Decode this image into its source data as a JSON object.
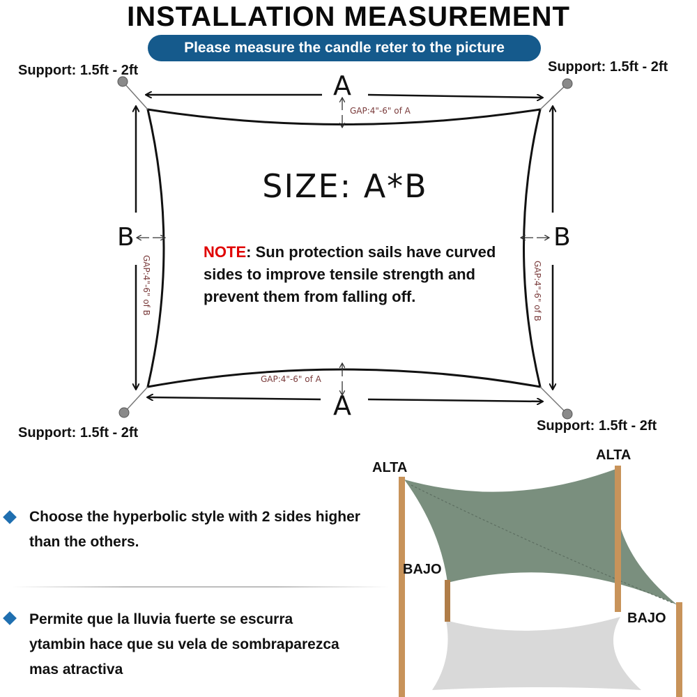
{
  "title": "INSTALLATION MEASUREMENT",
  "banner": "Please measure the candle reter to the picture",
  "supports": {
    "top_left": "Support: 1.5ft - 2ft",
    "top_right": "Support: 1.5ft - 2ft",
    "bottom_left": "Support: 1.5ft - 2ft",
    "bottom_right": "Support: 1.5ft - 2ft"
  },
  "dimensions": {
    "a_top": "A",
    "a_bottom": "A",
    "b_left": "B",
    "b_right": "B",
    "gap_a_top": "GAP:4\"-6\" of A",
    "gap_a_bottom": "GAP:4\"-6\" of A",
    "gap_b_left": "GAP:4\"-6\" of B",
    "gap_b_right": "GAP:4\"-6\" of B"
  },
  "size_label": "SIZE: A*B",
  "note": {
    "keyword": "NOTE",
    "text": ": Sun protection sails have curved sides to improve tensile strength and prevent them from falling off."
  },
  "bullets": [
    {
      "text": "Choose the hyperbolic style with 2 sides higher than the others."
    },
    {
      "text": "Permite que la lluvia fuerte se escurra ytambin hace que su vela de sombraparezca mas atractiva"
    }
  ],
  "photo_labels": {
    "alta_left": "ALTA",
    "alta_right": "ALTA",
    "bajo_left": "BAJO",
    "bajo_right": "BAJO"
  },
  "colors": {
    "banner": "#155a8c",
    "note_keyword": "#e00000",
    "bullet_icon": "#1f6fb0",
    "sail": "#7a8f7e",
    "post": "#c8935a"
  }
}
